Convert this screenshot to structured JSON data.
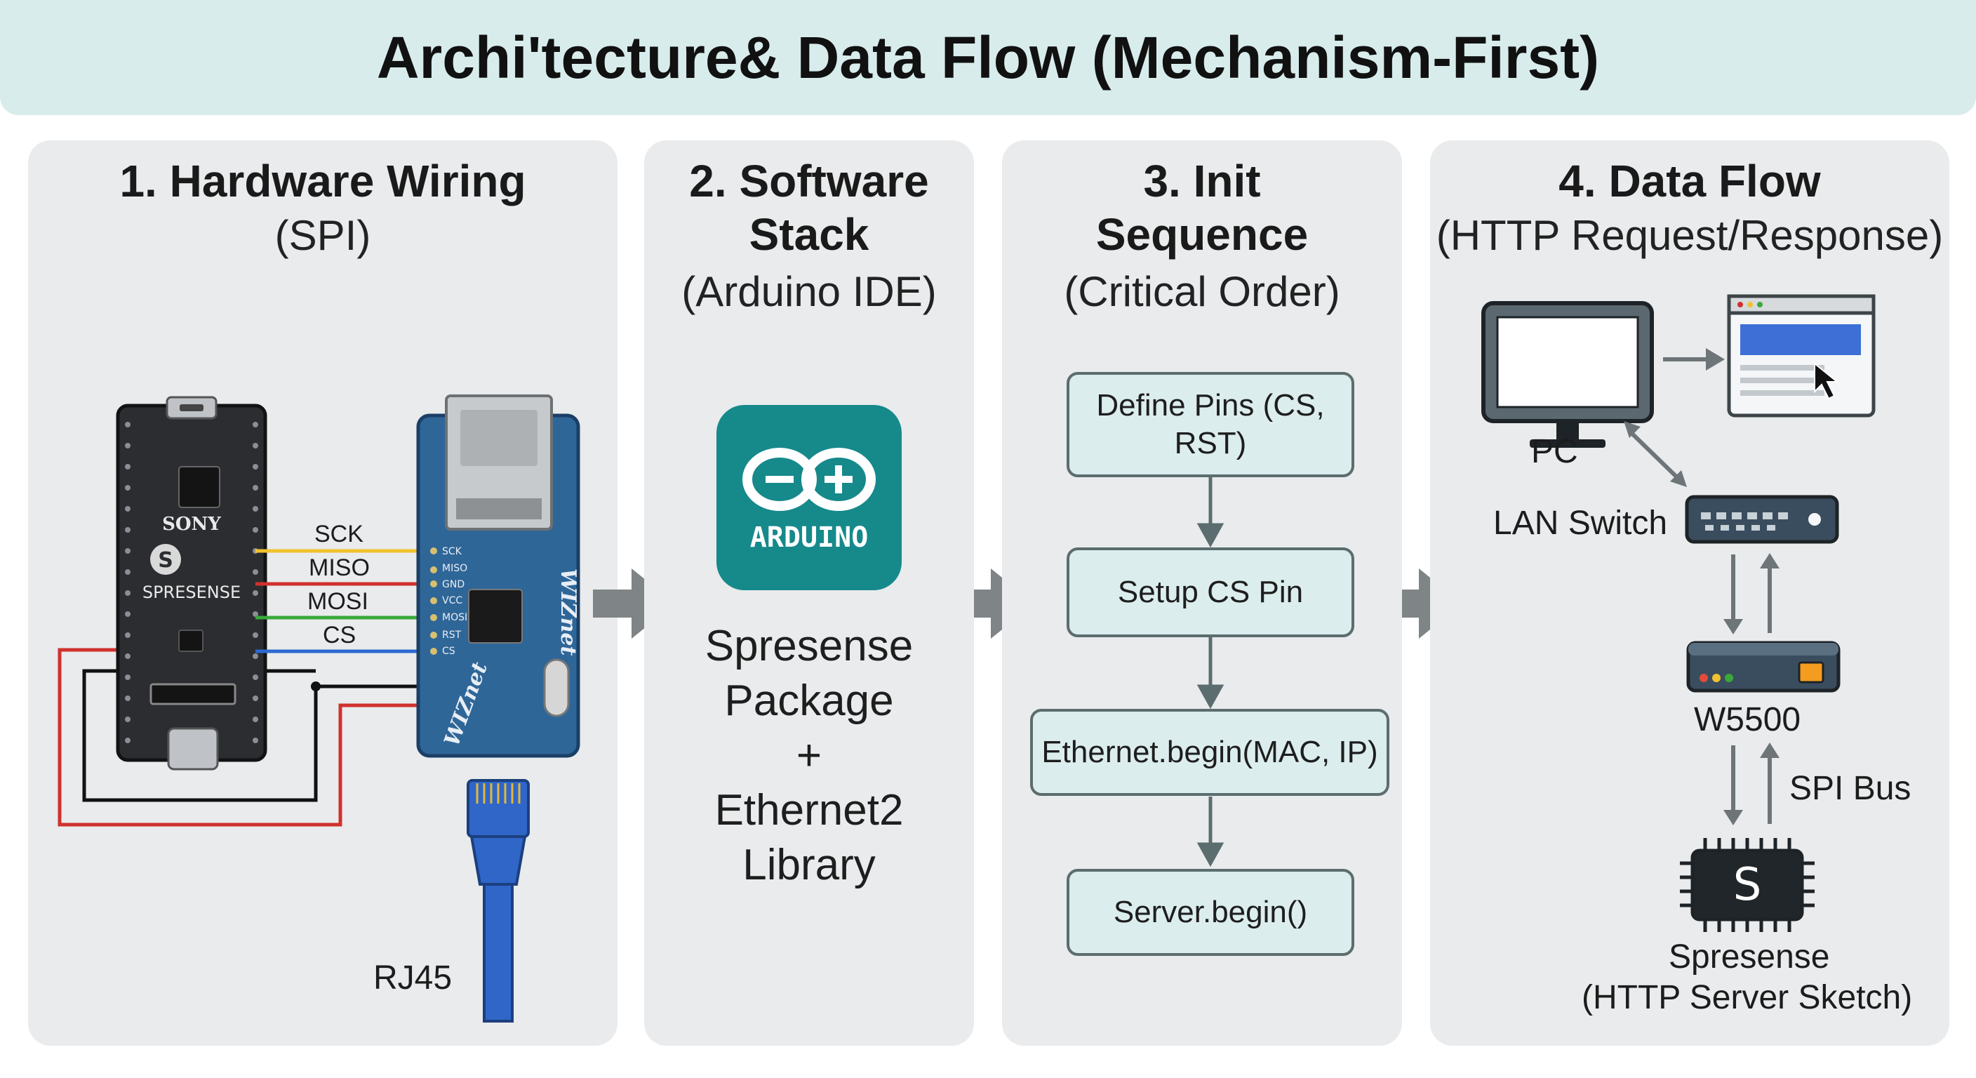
{
  "header": {
    "title": "Archi'tecture& Data Flow (Mechanism-First)"
  },
  "panels": [
    {
      "title": "1. Hardware Wiring",
      "subtitle": "(SPI)"
    },
    {
      "title_line1": "2. Software",
      "title_line2": "Stack",
      "subtitle": "(Arduino IDE)"
    },
    {
      "title_line1": "3. Init",
      "title_line2": "Sequence",
      "subtitle": "(Critical Order)"
    },
    {
      "title": "4. Data Flow",
      "subtitle": "(HTTP Request/Response)"
    }
  ],
  "wiring": {
    "board_brand": "SONY",
    "board_name": "SPRESENSE",
    "module_brand": "WIZnet",
    "signals": [
      "SCK",
      "MISO",
      "MOSI",
      "CS"
    ],
    "connector": "RJ45",
    "wire_colors": {
      "sck": "#f2c12e",
      "miso": "#d0312d",
      "mosi": "#3aa83a",
      "cs": "#2d6ad1"
    }
  },
  "software": {
    "logo_text": "ARDUINO",
    "lines": [
      "Spresense",
      "Package",
      "+",
      "Ethernet2",
      "Library"
    ],
    "logo_color": "#16898b"
  },
  "init_sequence": {
    "steps": [
      "Define Pins (CS, RST)",
      "Setup CS Pin",
      "Ethernet.begin(MAC, IP)",
      "Server.begin()"
    ]
  },
  "dataflow": {
    "pc": "PC",
    "switch": "LAN Switch",
    "chip": "W5500",
    "bus": "SPI Bus",
    "device_name": "Spresense",
    "device_desc": "(HTTP Server Sketch)"
  }
}
